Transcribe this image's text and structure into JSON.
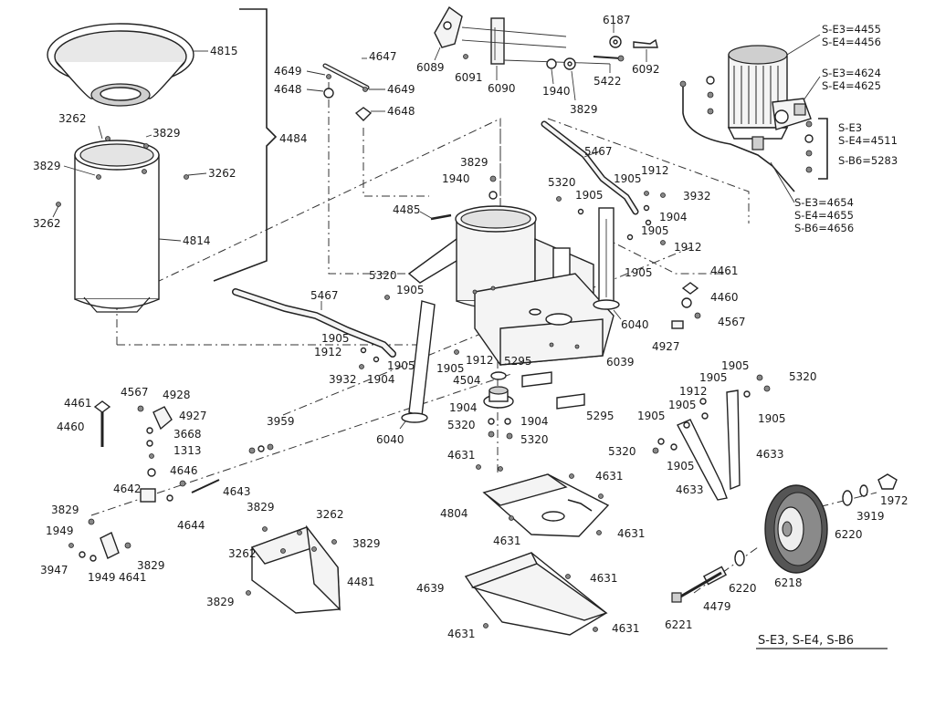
{
  "labels": {
    "l4815": "4815",
    "l3262a": "3262",
    "l3829a": "3829",
    "l3829b": "3829",
    "l3262b": "3262",
    "l3262c": "3262",
    "l4814": "4814",
    "l4484": "4484",
    "l4647": "4647",
    "l4649a": "4649",
    "l4648a": "4648",
    "l4649b": "4649",
    "l4648b": "4648",
    "l6089": "6089",
    "l6091": "6091",
    "l6090": "6090",
    "l6187": "6187",
    "l1940a": "1940",
    "l3829c": "3829",
    "l5422": "5422",
    "l6092": "6092",
    "l3829d": "3829",
    "l1940b": "1940",
    "l4485": "4485",
    "l5467a": "5467",
    "l5320a": "5320",
    "l1905a": "1905",
    "l1905b": "1905",
    "l1912a": "1912",
    "l3932a": "3932",
    "l1904a": "1904",
    "l1905c": "1905",
    "l1912b": "1912",
    "l1905d": "1905",
    "l6040a": "6040",
    "l4461a": "4461",
    "l4460a": "4460",
    "l4567a": "4567",
    "l4927a": "4927",
    "l5467b": "5467",
    "l5320b": "5320",
    "l1905e": "1905",
    "l1905f": "1905",
    "l1912c": "1912",
    "l1912d": "1912",
    "l3932b": "3932",
    "l1904b": "1904",
    "l1905g": "1905",
    "l1905h": "1905",
    "l6040b": "6040",
    "l4504": "4504",
    "l5295a": "5295",
    "l6039": "6039",
    "l1904c": "1904",
    "l5320c": "5320",
    "l1904d": "1904",
    "l5320d": "5320",
    "l5295b": "5295",
    "l4461b": "4461",
    "l4567b": "4567",
    "l4928": "4928",
    "l4460b": "4460",
    "l4927b": "4927",
    "l3668": "3668",
    "l1313": "1313",
    "l3959": "3959",
    "l4646": "4646",
    "l4642": "4642",
    "l4643": "4643",
    "l4644": "4644",
    "l3829e": "3829",
    "l1949a": "1949",
    "l3947": "3947",
    "l1949b": "1949",
    "l4641": "4641",
    "l3829f": "3829",
    "l3829g": "3829",
    "l3262d": "3262",
    "l3262e": "3262",
    "l3829h": "3829",
    "l4481": "4481",
    "l3829i": "3829",
    "l4631a": "4631",
    "l4631b": "4631",
    "l4804": "4804",
    "l4631c": "4631",
    "l4631d": "4631",
    "l4639": "4639",
    "l4631e": "4631",
    "l4631f": "4631",
    "l4631g": "4631",
    "l1905i": "1905",
    "l5320e": "5320",
    "l1905j": "1905",
    "l1912e": "1912",
    "l1905k": "1905",
    "l1905l": "1905",
    "l1905m": "1905",
    "l4633a": "4633",
    "l5320f": "5320",
    "l1905n": "1905",
    "l4633b": "4633",
    "l6220a": "6220",
    "l3919": "3919",
    "l1972": "1972",
    "l6220b": "6220",
    "l6218": "6218",
    "l4479": "4479",
    "l6221": "6221",
    "motor1a": "S-E3=4455",
    "motor1b": "S-E4=4456",
    "motor2a": "S-E3=4624",
    "motor2b": "S-E4=4625",
    "motor3a": "S-E3",
    "motor3b": "S-E4=4511",
    "motor3c": "S-B6=5283",
    "motor4a": "S-E3=4654",
    "motor4b": "S-E4=4655",
    "motor4c": "S-B6=4656",
    "footer": "S-E3, S-E4, S-B6"
  }
}
